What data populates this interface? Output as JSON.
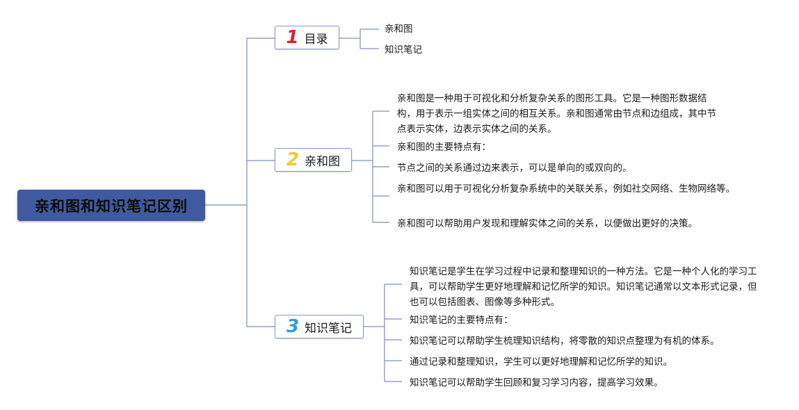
{
  "colors": {
    "root_bg": "#3f5a9e",
    "line": "#7d8fbb",
    "num1": "#e02030",
    "num2": "#f5c53a",
    "num3": "#2a9fd8"
  },
  "root": {
    "label": "亲和图和知识笔记区别"
  },
  "branches": [
    {
      "number": "1",
      "label": "目录",
      "children": [
        "亲和图",
        "知识笔记"
      ]
    },
    {
      "number": "2",
      "label": "亲和图",
      "children": [
        "亲和图是一种用于可视化和分析复杂关系的图形工具。它是一种图形数据结构，用于表示一组实体之间的相互关系。亲和图通常由节点和边组成，其中节点表示实体，边表示实体之间的关系。",
        "亲和图的主要特点有：",
        "节点之间的关系通过边来表示，可以是单向的或双向的。",
        "亲和图可以用于可视化分析复杂系统中的关联关系，例如社交网络、生物网络等。",
        "亲和图可以帮助用户发现和理解实体之间的关系，以便做出更好的决策。"
      ]
    },
    {
      "number": "3",
      "label": "知识笔记",
      "children": [
        "知识笔记是学生在学习过程中记录和整理知识的一种方法。它是一种个人化的学习工具，可以帮助学生更好地理解和记忆所学的知识。知识笔记通常以文本形式记录，但也可以包括图表、图像等多种形式。",
        "知识笔记的主要特点有：",
        "知识笔记可以帮助学生梳理知识结构，将零散的知识点整理为有机的体系。",
        "通过记录和整理知识，学生可以更好地理解和记忆所学的知识。",
        "知识笔记可以帮助学生回顾和复习学习内容，提高学习效果。"
      ]
    }
  ]
}
